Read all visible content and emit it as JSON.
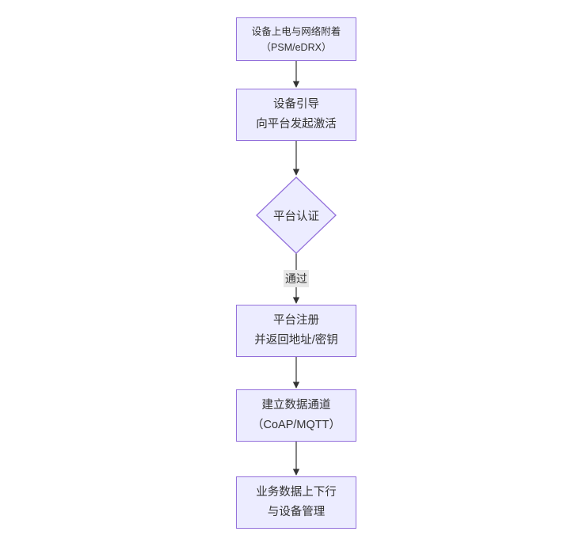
{
  "diagram": {
    "type": "flowchart-vertical",
    "colors": {
      "background": "#ffffff",
      "node_fill": "#ECECFF",
      "node_border": "#9370DB",
      "arrow_color": "#333333",
      "edge_label_bg": "#e8e8e8",
      "text_color": "#333333"
    },
    "nodes": [
      {
        "type": "rect",
        "lines": [
          "设备上电与网络附着",
          "（PSM/eDRX）"
        ]
      },
      {
        "type": "rect",
        "lines": [
          "设备引导",
          "向平台发起激活"
        ]
      },
      {
        "type": "diamond",
        "lines": [
          "平台认证"
        ]
      },
      {
        "type": "rect",
        "lines": [
          "平台注册",
          "并返回地址/密钥"
        ]
      },
      {
        "type": "rect",
        "lines": [
          "建立数据通道",
          "（CoAP/MQTT）"
        ]
      },
      {
        "type": "rect",
        "lines": [
          "业务数据上下行",
          "与设备管理"
        ]
      }
    ],
    "edges": [
      {
        "from": 0,
        "to": 1,
        "label": ""
      },
      {
        "from": 1,
        "to": 2,
        "label": ""
      },
      {
        "from": 2,
        "to": 3,
        "label": "通过"
      },
      {
        "from": 3,
        "to": 4,
        "label": ""
      },
      {
        "from": 4,
        "to": 5,
        "label": ""
      }
    ]
  }
}
